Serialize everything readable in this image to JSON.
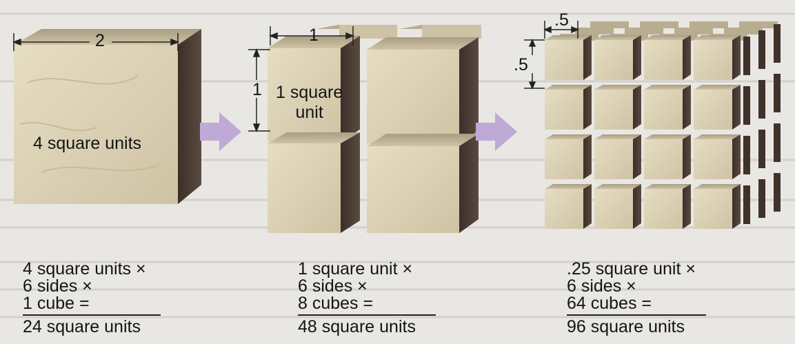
{
  "stage1": {
    "dimension_label": "2",
    "face_label": "4 square units",
    "calc": {
      "line1": "4 square units ×",
      "line2": "6 sides ×",
      "line3": "1 cube =",
      "result": "24 square units"
    }
  },
  "stage2": {
    "width_label": "1",
    "height_label": "1",
    "face_label_line1": "1 square",
    "face_label_line2": "unit",
    "calc": {
      "line1": "1 square unit ×",
      "line2": "6 sides ×",
      "line3": "8 cubes =",
      "result": "48 square units"
    }
  },
  "stage3": {
    "width_label": ".5",
    "height_label": ".5",
    "calc": {
      "line1": ".25 square unit ×",
      "line2": "6 sides ×",
      "line3": "64 cubes =",
      "result": "96 square units"
    }
  },
  "colors": {
    "cube_front": "#ddd2b5",
    "cube_top": "#c9bd9e",
    "cube_side": "#4b3d35",
    "arrow": "#bfa9d6",
    "background": "#e9e7e3"
  }
}
